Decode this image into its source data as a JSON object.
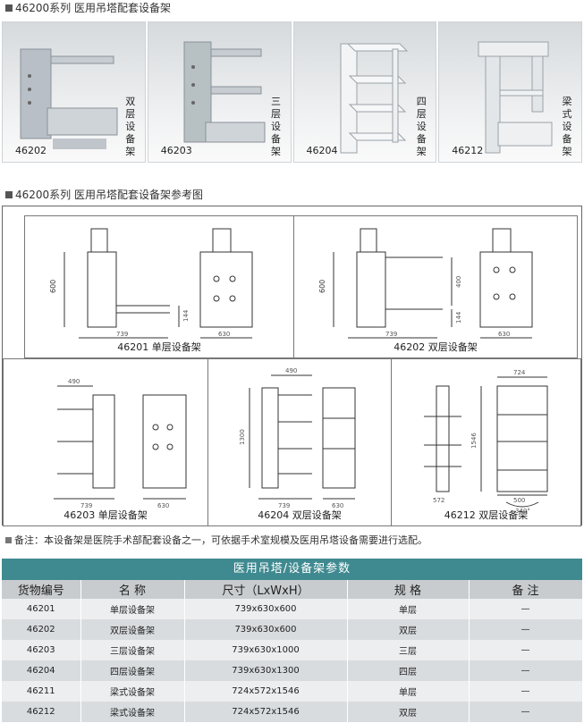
{
  "section1": {
    "title": "46200系列  医用吊塔配套设备架"
  },
  "photos": [
    {
      "code": "46202",
      "label": "双层设备架"
    },
    {
      "code": "46203",
      "label": "三层设备架"
    },
    {
      "code": "46204",
      "label": "四层设备架"
    },
    {
      "code": "46212",
      "label": "梁式设备架"
    }
  ],
  "section2": {
    "title": "46200系列  医用吊塔配套设备架参考图"
  },
  "drawings": [
    {
      "caption": "46201  单层设备架",
      "dims": [
        "600",
        "739",
        "630",
        "144"
      ]
    },
    {
      "caption": "46202  双层设备架",
      "dims": [
        "600",
        "739",
        "630",
        "400",
        "144"
      ]
    },
    {
      "caption": "46203  单层设备架",
      "dims": [
        "490",
        "739",
        "630"
      ]
    },
    {
      "caption": "46204  双层设备架",
      "dims": [
        "490",
        "1300",
        "739",
        "630"
      ]
    },
    {
      "caption": "46212  双层设备架",
      "dims": [
        "724",
        "1546",
        "572",
        "500",
        "340°"
      ]
    }
  ],
  "note": "备注：本设备架是医院手术部配套设备之一，可依据手术室规模及医用吊塔设备需要进行选配。",
  "table": {
    "title": "医用吊塔/设备架参数",
    "headers": [
      "货物编号",
      "名    称",
      "尺寸（LxWxH）",
      "规    格",
      "备    注"
    ],
    "rows": [
      [
        "46201",
        "单层设备架",
        "739x630x600",
        "单层",
        "—"
      ],
      [
        "46202",
        "双层设备架",
        "739x630x600",
        "双层",
        "—"
      ],
      [
        "46203",
        "三层设备架",
        "739x630x1000",
        "三层",
        "—"
      ],
      [
        "46204",
        "四层设备架",
        "739x630x1300",
        "四层",
        "—"
      ],
      [
        "46211",
        "梁式设备架",
        "724x572x1546",
        "单层",
        "—"
      ],
      [
        "46212",
        "梁式设备架",
        "724x572x1546",
        "双层",
        "—"
      ]
    ]
  }
}
